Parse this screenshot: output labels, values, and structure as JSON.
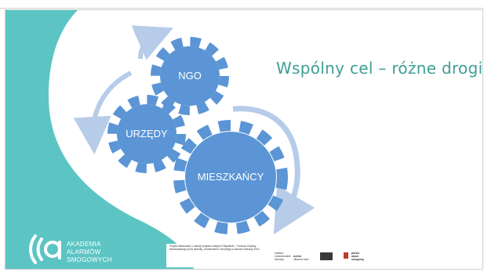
{
  "slide": {
    "title": "Wspólny cel – różne drogi",
    "gears": {
      "top": "NGO",
      "left": "URZĘDY",
      "bottom": "MIESZKAŃCY"
    },
    "logo": {
      "line1": "AKADEMIA",
      "line2": "ALARMÓW",
      "line3": "SMOGOWYCH"
    },
    "footer": {
      "funding_text": "Projekt realizowany z dotacji programu Aktywni Obywatele – Fundusz Krajowy finansowanego przez Islandię, Liechtenstein i Norwegię w ramach funduszy EOG.",
      "partner1_line1": "Iceland",
      "partner1_line2": "Liechtenstein",
      "partner1_line3": "Norway",
      "partner2_line1": "Active",
      "partner2_line2": "citizens fund",
      "partner4_line1": "polski",
      "partner4_line2": "alarm",
      "partner4_line3": "smogowy"
    },
    "colors": {
      "teal": "#5cc5c4",
      "gear": "#5b95d5",
      "arrow": "#b6cce8",
      "title": "#3e9f93"
    }
  }
}
